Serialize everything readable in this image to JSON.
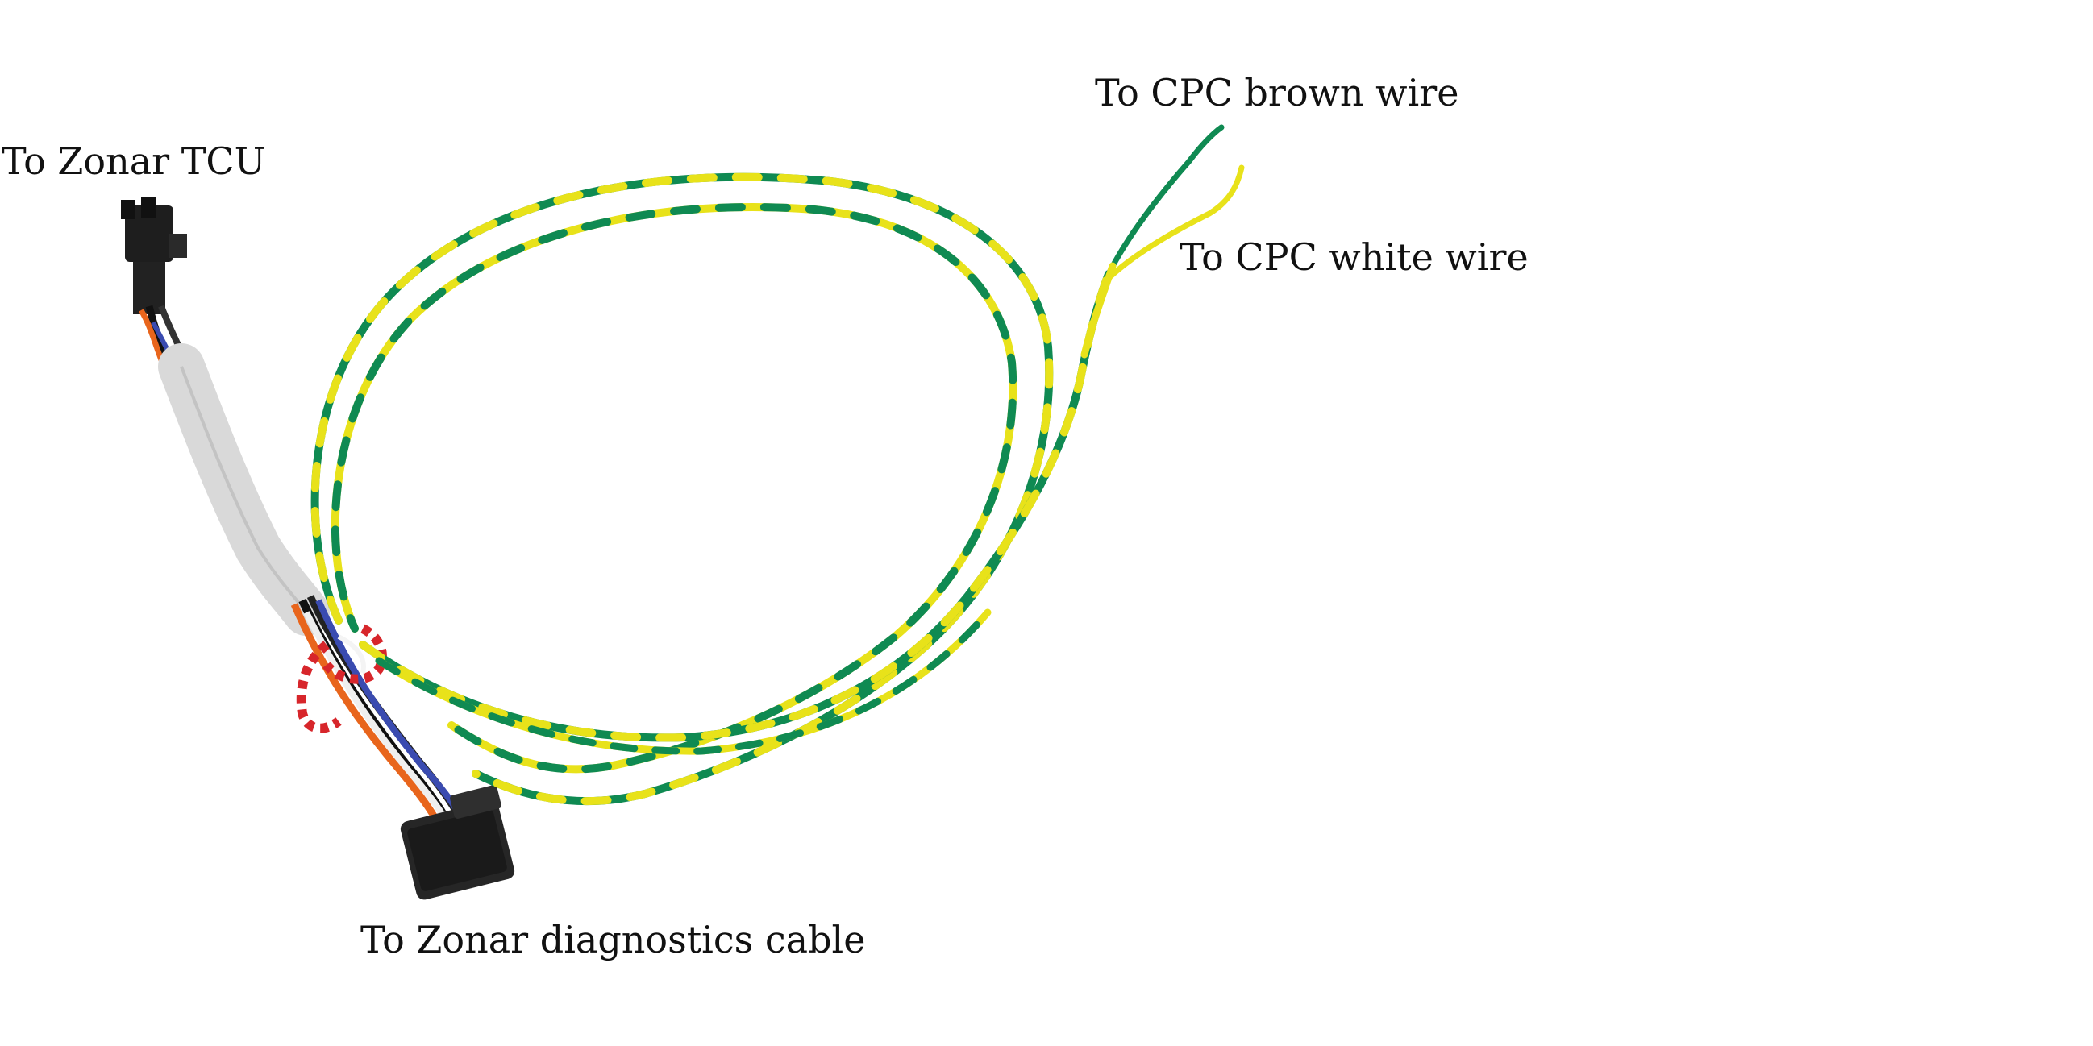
{
  "labels": {
    "to_zonar_tcu": "To Zonar TCU",
    "to_zonar_diagnostics_cable": "To Zonar diagnostics cable",
    "to_cpc_brown_wire": "To CPC brown wire",
    "to_cpc_white_wire": "To CPC white wire"
  },
  "colors": {
    "background": "#ffffff",
    "green_wire": "#0f8a52",
    "yellow_wire": "#e8e21a",
    "connector": "#1e1e1e",
    "heat_shrink": "#d9d9d9",
    "orange_wire": "#e8651c",
    "blue_wire": "#3a4bb0",
    "tie_red": "#d7262b"
  }
}
